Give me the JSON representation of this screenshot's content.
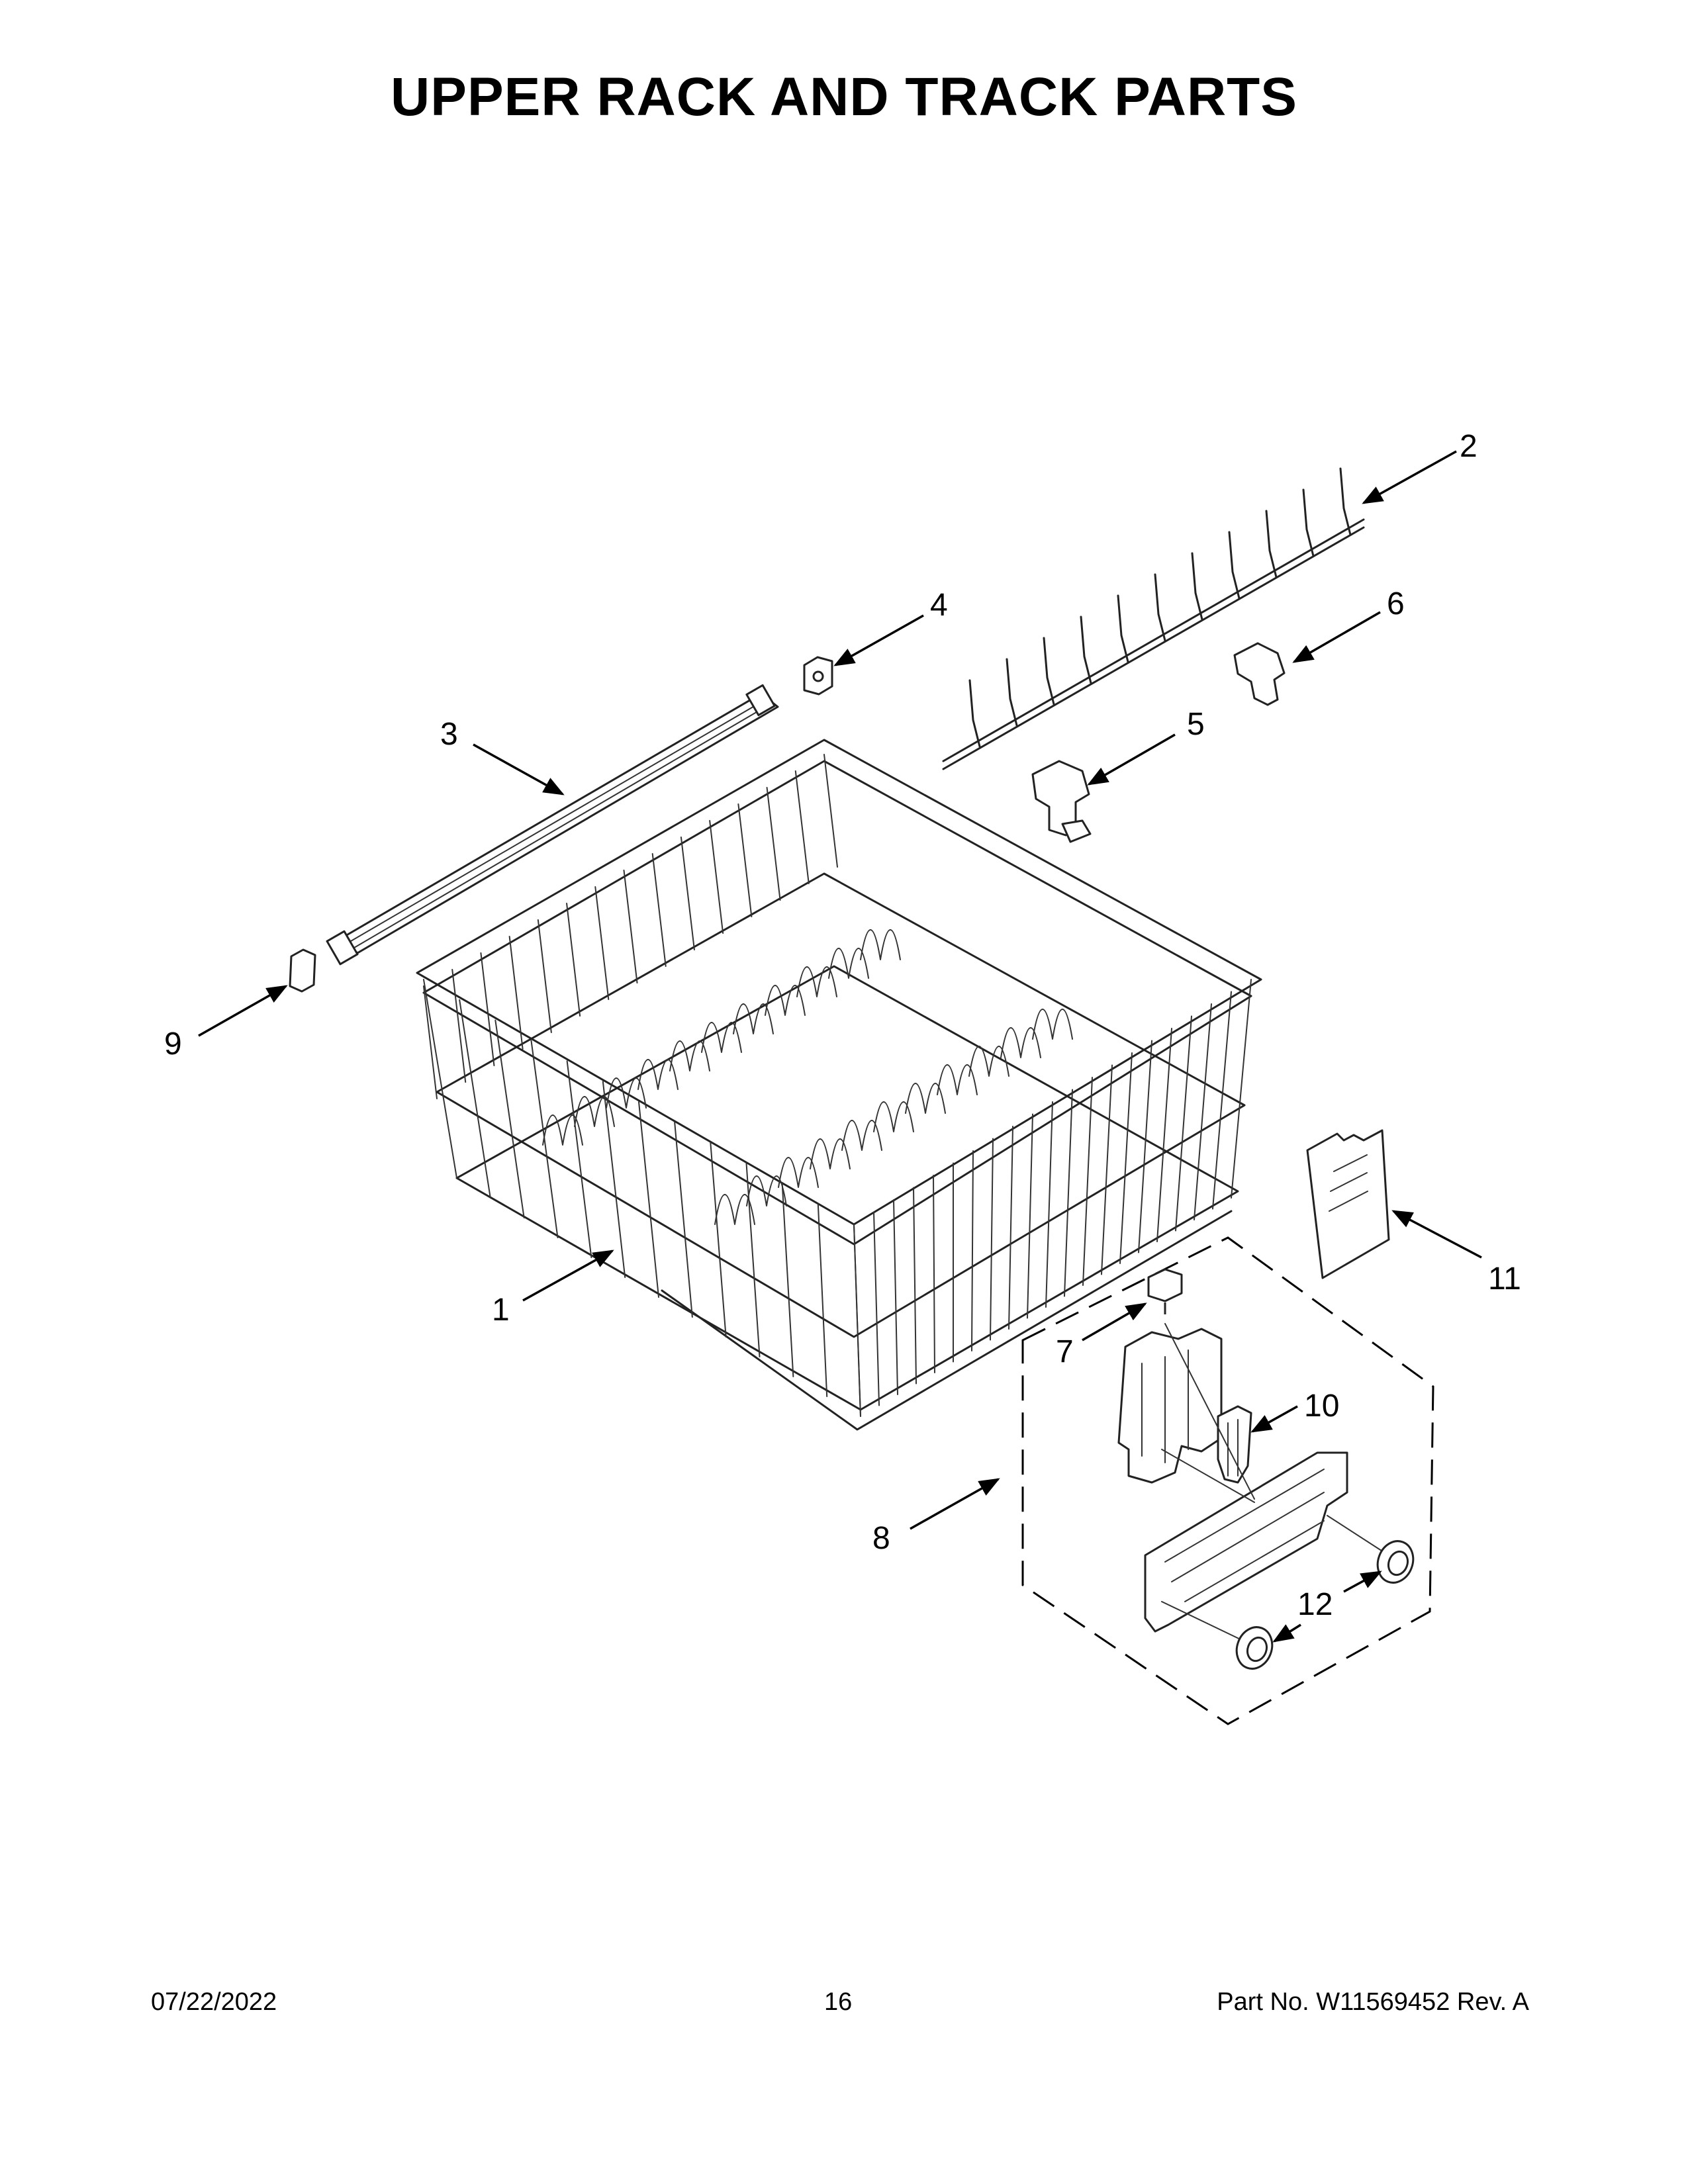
{
  "title": "UPPER RACK AND TRACK PARTS",
  "callouts": [
    "1",
    "2",
    "3",
    "4",
    "5",
    "6",
    "7",
    "8",
    "9",
    "10",
    "11",
    "12"
  ],
  "footer": {
    "date": "07/22/2022",
    "page": "16",
    "part_number": "Part No.  W11569452  Rev.  A"
  }
}
